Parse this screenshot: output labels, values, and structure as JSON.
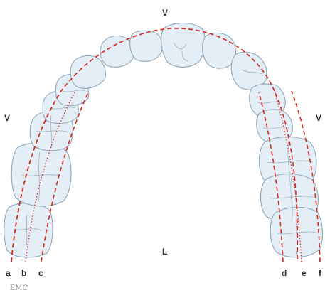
{
  "labels": {
    "top": "V",
    "left": "V",
    "right": "V",
    "center": "L",
    "a": "a",
    "b": "b",
    "c": "c",
    "d": "d",
    "e": "e",
    "f": "f"
  },
  "watermark": "EMC",
  "colors": {
    "tooth_fill": "#e3eef6",
    "tooth_outline": "#8fa6b8",
    "guide_line": "#d9261c"
  }
}
